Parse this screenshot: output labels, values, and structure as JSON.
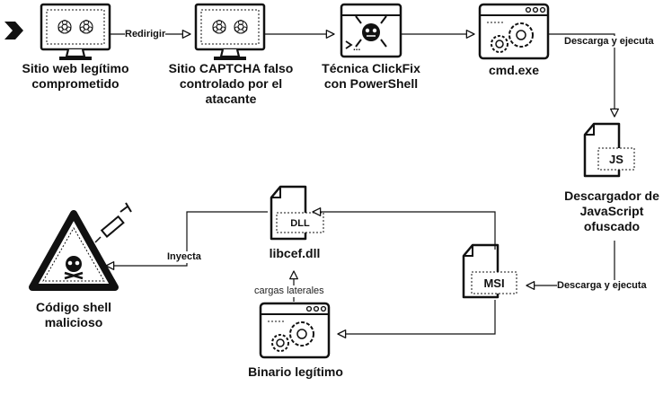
{
  "colors": {
    "ink": "#111111",
    "background": "#ffffff"
  },
  "nodes": {
    "compromised_site": {
      "label": "Sitio web legítimo comprometido",
      "icon": "monitor-biohazard-icon"
    },
    "fake_captcha": {
      "label": "Sitio CAPTCHA falso controlado por el atacante",
      "icon": "monitor-biohazard-icon"
    },
    "clickfix": {
      "label": "Técnica ClickFix con PowerShell",
      "icon": "powershell-terminal-icon"
    },
    "cmd": {
      "label": "cmd.exe",
      "icon": "application-window-gears-icon"
    },
    "js_downloader": {
      "label": "Descargador de JavaScript ofuscado",
      "icon": "js-file-icon",
      "tag": "JS"
    },
    "msi": {
      "label": "",
      "icon": "msi-file-icon",
      "tag": "MSI"
    },
    "libcef": {
      "label": "libcef.dll",
      "icon": "dll-file-icon",
      "tag": "DLL"
    },
    "legit_binary": {
      "label": "Binario legítimo",
      "icon": "application-window-gears-icon"
    },
    "shellcode": {
      "label": "Código shell malicioso",
      "icon": "warning-skull-icon"
    }
  },
  "edges": {
    "redirect": "Redirigir",
    "download_exec_1": "Descarga y ejecuta",
    "download_exec_2": "Descarga y ejecuta",
    "sideload": "cargas laterales",
    "inject": "Inyecta"
  },
  "icons": {
    "start": "start-chevron-icon",
    "syringe": "syringe-icon"
  }
}
